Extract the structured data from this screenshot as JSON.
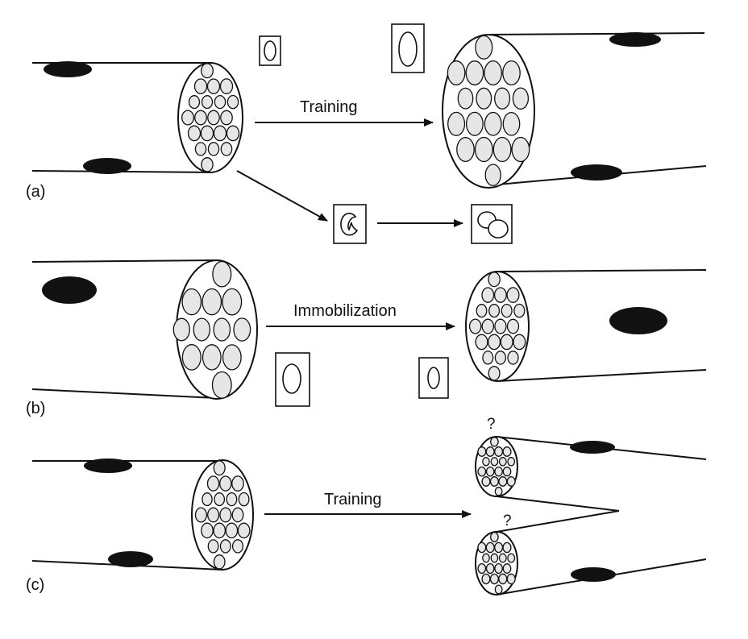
{
  "arrows": {
    "training_a": "Training",
    "immobilization": "Immobilization",
    "training_c": "Training"
  },
  "panels": {
    "a": "(a)",
    "b": "(b)",
    "c": "(c)"
  },
  "split_marks": {
    "top": "?",
    "bottom": "?"
  },
  "colors": {
    "ink": "#111111",
    "fibril_fill": "#e6e6e6",
    "background": "#ffffff"
  }
}
